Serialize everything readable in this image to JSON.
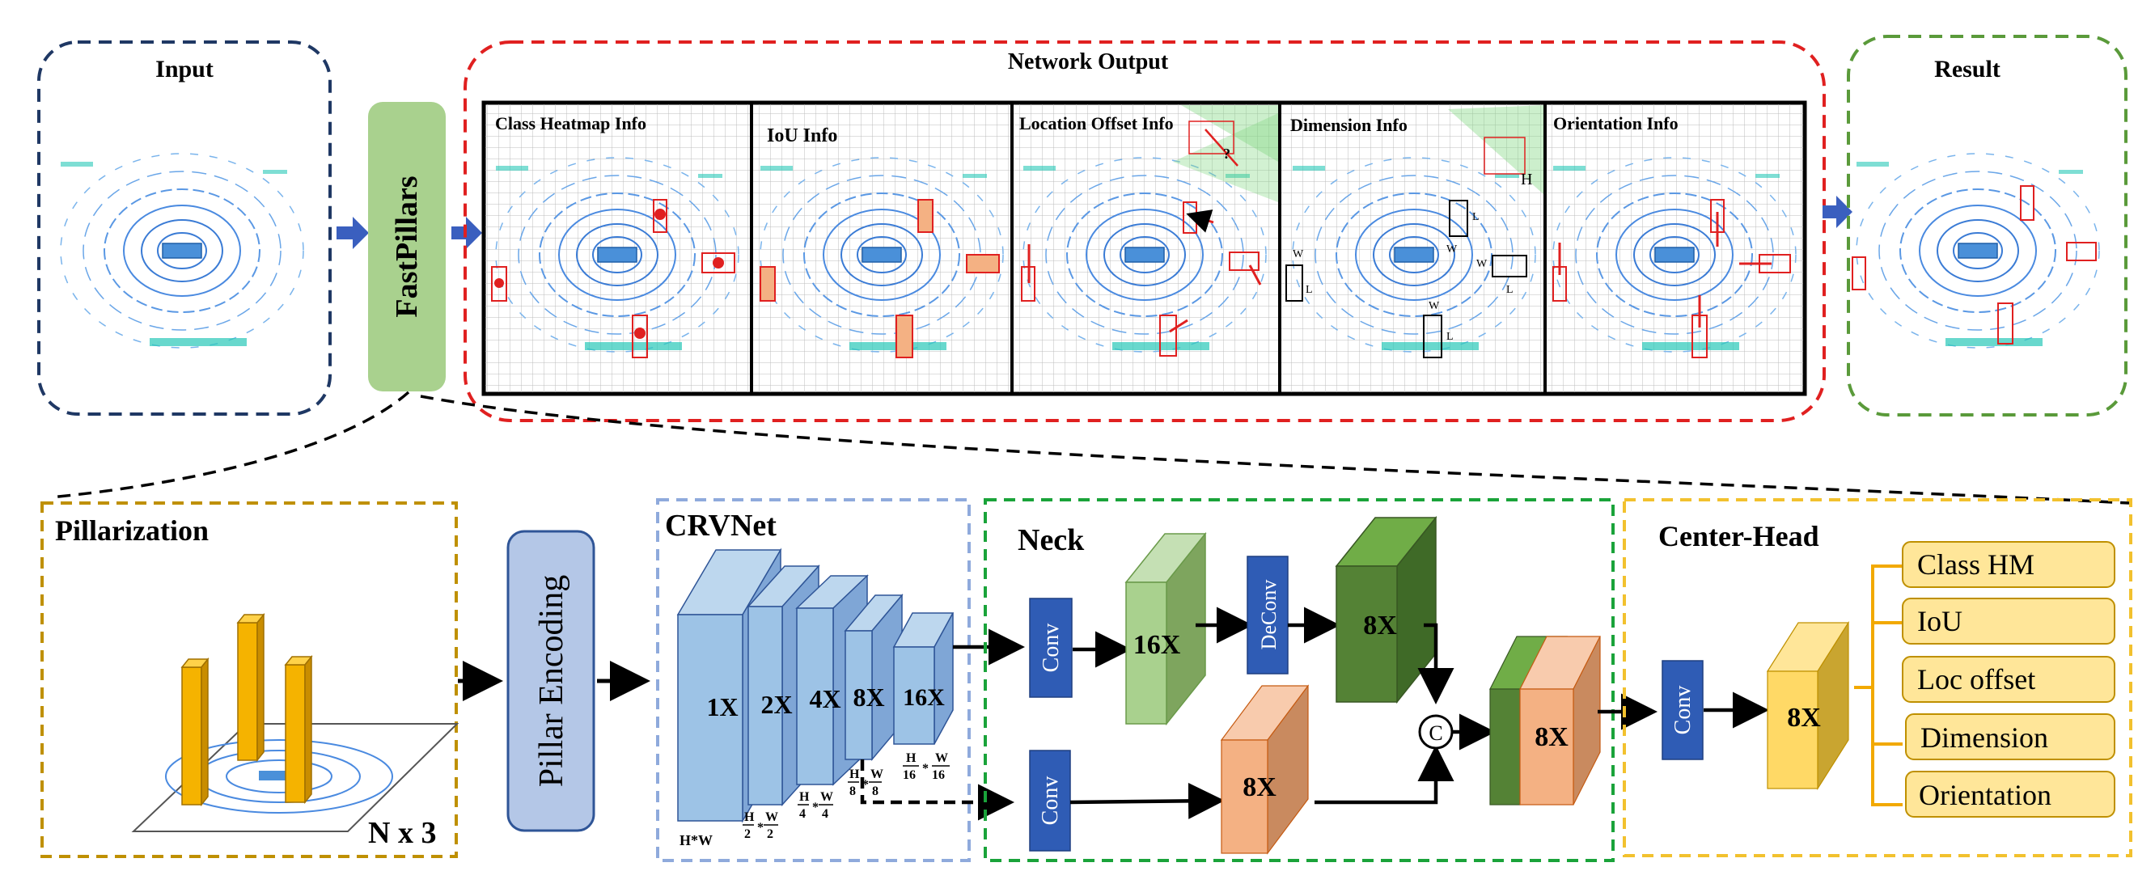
{
  "top": {
    "input_title": "Input",
    "fastpillars_label": "FastPillars",
    "network_output_title": "Network Output",
    "result_title": "Result",
    "panels": [
      {
        "label": "Class Heatmap Info"
      },
      {
        "label": "IoU Info"
      },
      {
        "label": "Location Offset Info"
      },
      {
        "label": "Dimension Info"
      },
      {
        "label": "Orientation Info"
      }
    ],
    "dimension_marks": {
      "h": "H",
      "w": "W",
      "l": "L"
    }
  },
  "bottom": {
    "pillarization": {
      "title": "Pillarization",
      "shape": "N x 3"
    },
    "pillar_encoding": "Pillar Encoding",
    "crvnet": {
      "title": "CRVNet",
      "blocks": [
        "1X",
        "2X",
        "4X",
        "8X",
        "16X"
      ],
      "hw": "H*W",
      "fracs": [
        {
          "h": "H",
          "hd": "2",
          "w": "W",
          "wd": "2"
        },
        {
          "h": "H",
          "hd": "4",
          "w": "W",
          "wd": "4"
        },
        {
          "h": "H",
          "hd": "8",
          "w": "W",
          "wd": "8"
        },
        {
          "h": "H",
          "hd": "16",
          "w": "W",
          "wd": "16"
        }
      ],
      "times": "*"
    },
    "neck": {
      "title": "Neck",
      "conv": "Conv",
      "deconv": "DeConv",
      "blocks": [
        "16X",
        "8X",
        "8X",
        "8X"
      ],
      "concat": "C"
    },
    "head": {
      "title": "Center-Head",
      "conv": "Conv",
      "block": "8X",
      "outputs": [
        "Class HM",
        "IoU",
        "Loc offset",
        "Dimension",
        "Orientation"
      ]
    }
  },
  "colors": {
    "input_border": "#1f3864",
    "output_border": "#e02020",
    "result_border": "#5a9a3a",
    "fastpillars": "#a9d18e",
    "pillar_border": "#bf9000",
    "crv_border": "#8faadc",
    "neck_border": "#1aa33a",
    "head_border": "#f2c12e",
    "conv": "#2f5cb5",
    "pillar": "#f5b300",
    "block_blue": "#9dc3e6",
    "block_lightgreen": "#a9d18e",
    "block_darkgreen": "#548235",
    "block_orange": "#f4b183",
    "block_gold": "#ffd966",
    "out_box": "#ffe699"
  }
}
